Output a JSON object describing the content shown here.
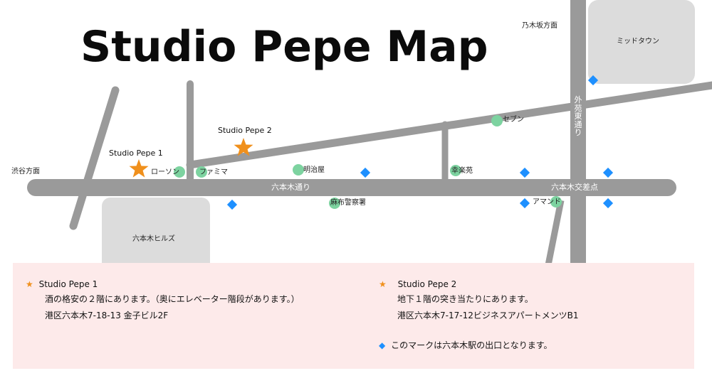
{
  "title": "Studio Pepe Map",
  "colors": {
    "road": "#9a9a9a",
    "block": "#dcdcdc",
    "landmark": "#7dd3a0",
    "exit": "#1e90ff",
    "studio_star": "#f0901c",
    "info_bg": "#fdeaea"
  },
  "directions": {
    "shibuya": "渋谷方面",
    "nogizaka": "乃木坂方面"
  },
  "roads": {
    "roppongi_dori": "六本木通り",
    "gaien_higashi_dori": "外苑東通り"
  },
  "intersection": "六本木交差点",
  "blocks": {
    "midtown": "ミッドタウン",
    "hills": "六本木ヒルズ"
  },
  "landmarks": {
    "lawson": "ローソン",
    "familymart": "ファミマ",
    "meijiya": "明治屋",
    "police": "麻布警察署",
    "kourakuen": "幸楽苑",
    "seven": "セブン",
    "almond": "アマンド"
  },
  "studios": {
    "studio1": "Studio Pepe 1",
    "studio2": "Studio Pepe 2"
  },
  "info": {
    "left": {
      "star": "★",
      "name": "Studio Pepe 1",
      "line1": "酒の格安の２階にあります。（奥にエレベーター階段があります。）",
      "line2": "港区六本木7-18-13 金子ビル2F"
    },
    "right": {
      "star": "★",
      "name": "Studio Pepe 2",
      "line1": "地下１階の突き当たりにあります。",
      "line2": "港区六本木7-17-12ビジネスアパートメンツB1",
      "diamond": "◆",
      "exit_note": "このマークは六本木駅の出口となります。"
    }
  }
}
